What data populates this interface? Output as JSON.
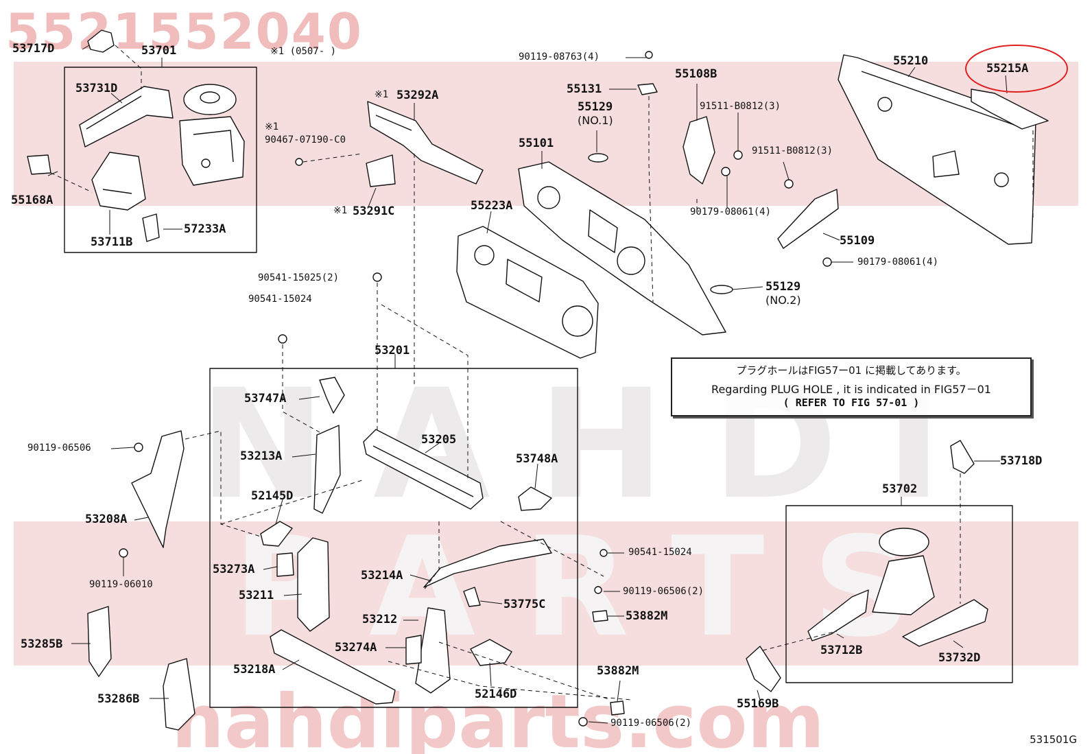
{
  "header": {
    "part_number": "5521552040"
  },
  "watermark": {
    "brand_line": "NAHDI",
    "parts_line": "PARTS",
    "website": "nahdiparts.com"
  },
  "note": {
    "jp": "プラグホールはFIG57ー01 に掲載してあります。",
    "en": "Regarding PLUG HOLE , it is indicated in FIG57－01",
    "ref": "(      REFER TO FIG 57-01      )"
  },
  "figure_code": "531501G",
  "highlight": {
    "part": "55215A",
    "color": "#e02020"
  },
  "labels": {
    "p53717D": "53717D",
    "p53701": "53701",
    "note_0507": "※1 (0507-     )",
    "p53731D": "53731D",
    "p55168A": "55168A",
    "p57233A": "57233A",
    "p53711B": "53711B",
    "mark1a": "※1",
    "p53292A": "53292A",
    "mark1b": "※1",
    "p90467": "90467-07190-C0",
    "mark1c": "※1",
    "p53291C": "53291C",
    "p90119_08763": "90119-08763(4)",
    "p55131": "55131",
    "p55129": "55129",
    "p55129_no1": "(NO.1)",
    "p55101": "55101",
    "p55223A": "55223A",
    "p55108B": "55108B",
    "p91511a": "91511-B0812(3)",
    "p91511b": "91511-B0812(3)",
    "p90179a": "90179-08061(4)",
    "p90179b": "90179-08061(4)",
    "p55109": "55109",
    "p55129b": "55129",
    "p55129_no2": "(NO.2)",
    "p55210": "55210",
    "p55215A": "55215A",
    "p90541_15025": "90541-15025(2)",
    "p90541_15024a": "90541-15024",
    "p53201": "53201",
    "p53747A": "53747A",
    "p53205": "53205",
    "p53748A": "53748A",
    "p90119_06506a": "90119-06506",
    "p53213A": "53213A",
    "p52145D": "52145D",
    "p53208A": "53208A",
    "p90119_06010": "90119-06010",
    "p53273A": "53273A",
    "p53211": "53211",
    "p53214A": "53214A",
    "p53775C": "53775C",
    "p90541_15024b": "90541-15024",
    "p90119_06506b": "90119-06506(2)",
    "p53882M_a": "53882M",
    "p53212": "53212",
    "p53274A": "53274A",
    "p53218A": "53218A",
    "p52146D": "52146D",
    "p53882M_b": "53882M",
    "p90119_06506c": "90119-06506(2)",
    "p53285B": "53285B",
    "p53286B": "53286B",
    "p53718D": "53718D",
    "p53702": "53702",
    "p53712B": "53712B",
    "p53732D": "53732D",
    "p55169B": "55169B"
  }
}
